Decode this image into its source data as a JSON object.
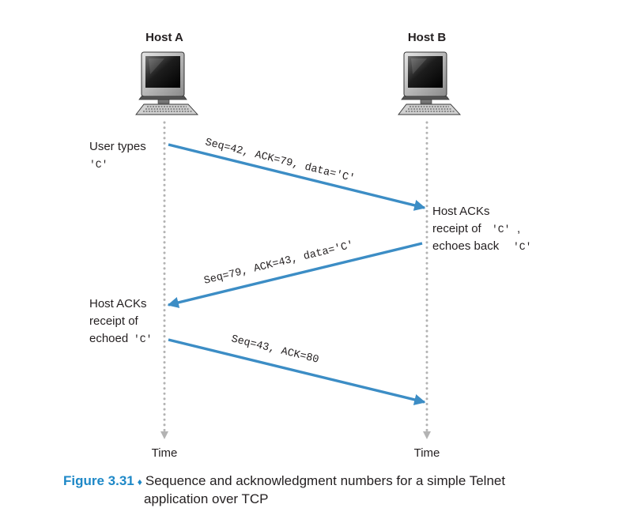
{
  "hosts": {
    "a": {
      "name": "Host A"
    },
    "b": {
      "name": "Host B"
    }
  },
  "host_a_notes": {
    "user_types": [
      "User types",
      "'C'"
    ],
    "acks_echo": [
      "Host ACKs",
      "receipt of",
      "echoed",
      "'C'"
    ]
  },
  "host_b_notes": {
    "acks_receipt": [
      "Host ACKs",
      "receipt of",
      "'C'",
      ",",
      "echoes back",
      "'C'"
    ]
  },
  "messages": [
    {
      "text": "Seq=42, ACK=79, data='C'",
      "direction": "A-to-B"
    },
    {
      "text": "Seq=79, ACK=43, data='C'",
      "direction": "B-to-A"
    },
    {
      "text": "Seq=43, ACK=80",
      "direction": "A-to-B"
    }
  ],
  "time_labels": {
    "a": "Time",
    "b": "Time"
  },
  "caption": {
    "figure": "Figure 3.31",
    "separator": "♦",
    "text_line1": "Sequence and acknowledgment numbers for a simple Telnet",
    "text_line2": "application over TCP"
  },
  "colors": {
    "arrow": "#3c8dc5",
    "timeline": "#b3b3b3",
    "accent": "#1e88c7"
  },
  "icons": {
    "host": "desktop-computer-icon"
  }
}
